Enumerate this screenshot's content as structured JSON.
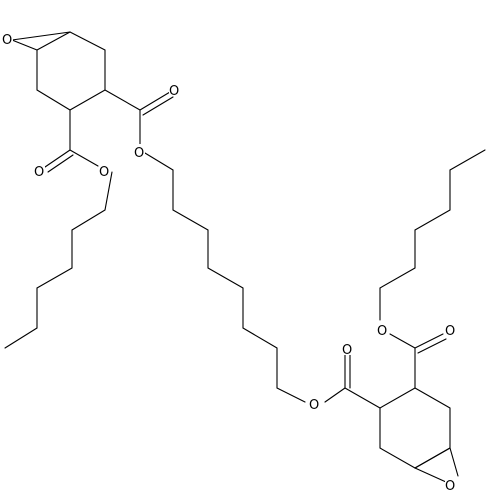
{
  "structure": {
    "atoms": {
      "O_epoxide_top": "O",
      "O_carbonyl_top_right": "O",
      "O_ester_top_right": "O",
      "O_carbonyl_top_left": "O",
      "O_ester_top_left": "O",
      "O_carbonyl_bottom_left": "O",
      "O_ester_bottom_left": "O",
      "O_carbonyl_bottom_right": "O",
      "O_ester_bottom_right": "O",
      "O_epoxide_bottom": "O"
    }
  },
  "colors": {
    "bond": "#000000",
    "background": "#ffffff"
  }
}
